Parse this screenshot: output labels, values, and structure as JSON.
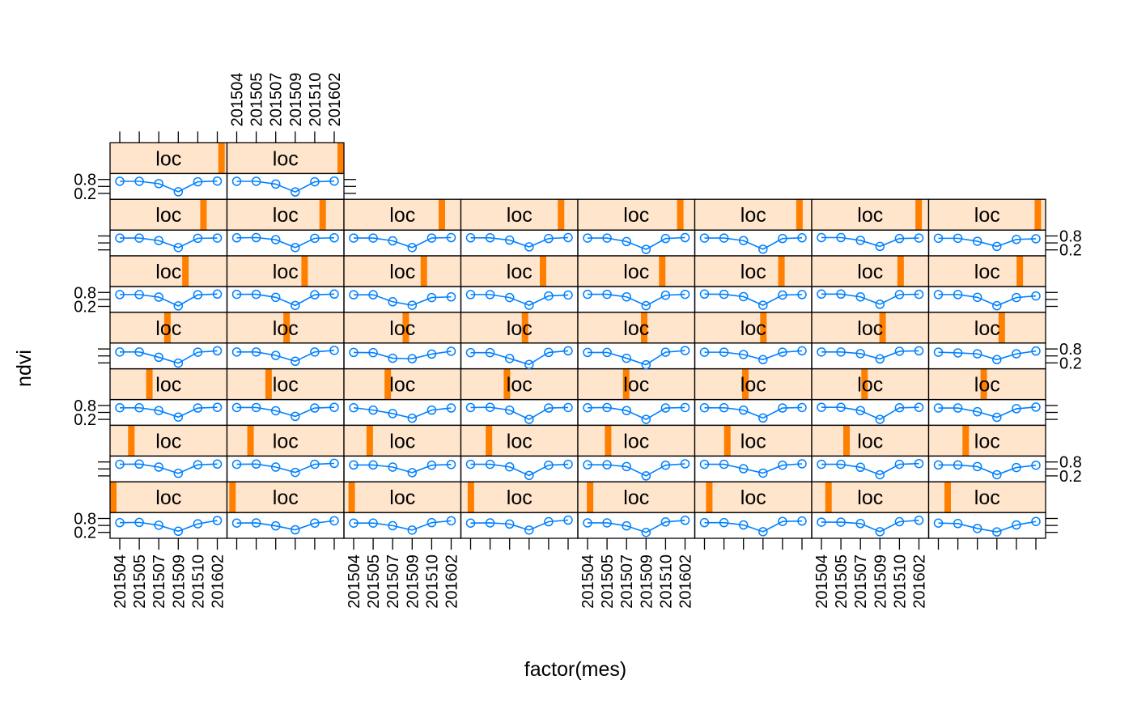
{
  "chart_data": {
    "type": "line",
    "title": "",
    "xlabel": "factor(mes)",
    "ylabel": "ndvi",
    "strip_label": "loc",
    "categories": [
      "201504",
      "201505",
      "201507",
      "201509",
      "201510",
      "201602"
    ],
    "y_ticks": [
      0.2,
      0.8
    ],
    "y_tick_labels": [
      "0.2",
      "0.8"
    ],
    "ylim": [
      0.05,
      0.95
    ],
    "grid": false,
    "colors": {
      "line": "#0080ff",
      "strip_bg": "#ffe5cc",
      "strip_indicator": "#ff7f00",
      "frame": "#000000"
    },
    "panels_total": 50,
    "series": [
      {
        "panel": 1,
        "values": [
          0.62,
          0.63,
          0.51,
          0.25,
          0.57,
          0.71
        ]
      },
      {
        "panel": 2,
        "values": [
          0.6,
          0.61,
          0.48,
          0.31,
          0.6,
          0.7
        ]
      },
      {
        "panel": 3,
        "values": [
          0.6,
          0.6,
          0.49,
          0.3,
          0.62,
          0.7
        ]
      },
      {
        "panel": 4,
        "values": [
          0.6,
          0.61,
          0.56,
          0.3,
          0.66,
          0.73
        ]
      },
      {
        "panel": 5,
        "values": [
          0.61,
          0.61,
          0.48,
          0.2,
          0.65,
          0.72
        ]
      },
      {
        "panel": 6,
        "values": [
          0.62,
          0.62,
          0.52,
          0.23,
          0.67,
          0.69
        ]
      },
      {
        "panel": 7,
        "values": [
          0.64,
          0.64,
          0.58,
          0.23,
          0.66,
          0.72
        ]
      },
      {
        "panel": 8,
        "values": [
          0.6,
          0.58,
          0.37,
          0.22,
          0.52,
          0.67
        ]
      },
      {
        "panel": 9,
        "values": [
          0.7,
          0.71,
          0.58,
          0.31,
          0.68,
          0.71
        ]
      },
      {
        "panel": 10,
        "values": [
          0.7,
          0.71,
          0.58,
          0.35,
          0.7,
          0.74
        ]
      },
      {
        "panel": 11,
        "values": [
          0.67,
          0.67,
          0.58,
          0.34,
          0.66,
          0.69
        ]
      },
      {
        "panel": 12,
        "values": [
          0.7,
          0.7,
          0.59,
          0.22,
          0.66,
          0.7
        ]
      },
      {
        "panel": 13,
        "values": [
          0.68,
          0.68,
          0.6,
          0.2,
          0.66,
          0.72
        ]
      },
      {
        "panel": 14,
        "values": [
          0.7,
          0.7,
          0.51,
          0.32,
          0.66,
          0.72
        ]
      },
      {
        "panel": 15,
        "values": [
          0.7,
          0.7,
          0.57,
          0.25,
          0.7,
          0.73
        ]
      },
      {
        "panel": 16,
        "values": [
          0.67,
          0.67,
          0.6,
          0.25,
          0.56,
          0.66
        ]
      },
      {
        "panel": 17,
        "values": [
          0.7,
          0.7,
          0.58,
          0.3,
          0.69,
          0.72
        ]
      },
      {
        "panel": 18,
        "values": [
          0.71,
          0.71,
          0.57,
          0.33,
          0.69,
          0.72
        ]
      },
      {
        "panel": 19,
        "values": [
          0.7,
          0.6,
          0.45,
          0.25,
          0.6,
          0.69
        ]
      },
      {
        "panel": 20,
        "values": [
          0.71,
          0.72,
          0.6,
          0.2,
          0.69,
          0.71
        ]
      },
      {
        "panel": 21,
        "values": [
          0.7,
          0.71,
          0.58,
          0.2,
          0.69,
          0.71
        ]
      },
      {
        "panel": 22,
        "values": [
          0.7,
          0.7,
          0.6,
          0.26,
          0.69,
          0.71
        ]
      },
      {
        "panel": 23,
        "values": [
          0.72,
          0.72,
          0.58,
          0.2,
          0.7,
          0.72
        ]
      },
      {
        "panel": 24,
        "values": [
          0.69,
          0.69,
          0.53,
          0.29,
          0.66,
          0.73
        ]
      },
      {
        "panel": 25,
        "values": [
          0.67,
          0.67,
          0.44,
          0.19,
          0.66,
          0.72
        ]
      },
      {
        "panel": 26,
        "values": [
          0.67,
          0.67,
          0.52,
          0.27,
          0.67,
          0.74
        ]
      },
      {
        "panel": 27,
        "values": [
          0.65,
          0.64,
          0.4,
          0.38,
          0.58,
          0.7
        ]
      },
      {
        "panel": 28,
        "values": [
          0.64,
          0.64,
          0.39,
          0.13,
          0.65,
          0.72
        ]
      },
      {
        "panel": 29,
        "values": [
          0.65,
          0.65,
          0.4,
          0.12,
          0.66,
          0.73
        ]
      },
      {
        "panel": 30,
        "values": [
          0.66,
          0.66,
          0.56,
          0.34,
          0.66,
          0.72
        ]
      },
      {
        "panel": 31,
        "values": [
          0.67,
          0.67,
          0.6,
          0.37,
          0.7,
          0.72
        ]
      },
      {
        "panel": 32,
        "values": [
          0.66,
          0.63,
          0.59,
          0.34,
          0.59,
          0.71
        ]
      },
      {
        "panel": 33,
        "values": [
          0.71,
          0.71,
          0.6,
          0.22,
          0.7,
          0.73
        ]
      },
      {
        "panel": 34,
        "values": [
          0.72,
          0.72,
          0.59,
          0.24,
          0.7,
          0.73
        ]
      },
      {
        "panel": 35,
        "values": [
          0.7,
          0.7,
          0.4,
          0.25,
          0.58,
          0.61
        ]
      },
      {
        "panel": 36,
        "values": [
          0.71,
          0.71,
          0.58,
          0.25,
          0.65,
          0.69
        ]
      },
      {
        "panel": 37,
        "values": [
          0.72,
          0.72,
          0.61,
          0.23,
          0.68,
          0.72
        ]
      },
      {
        "panel": 38,
        "values": [
          0.73,
          0.72,
          0.62,
          0.25,
          0.69,
          0.71
        ]
      },
      {
        "panel": 39,
        "values": [
          0.73,
          0.73,
          0.61,
          0.29,
          0.71,
          0.72
        ]
      },
      {
        "panel": 40,
        "values": [
          0.71,
          0.71,
          0.59,
          0.23,
          0.58,
          0.65
        ]
      },
      {
        "panel": 41,
        "values": [
          0.71,
          0.71,
          0.6,
          0.3,
          0.7,
          0.71
        ]
      },
      {
        "panel": 42,
        "values": [
          0.72,
          0.73,
          0.64,
          0.3,
          0.7,
          0.72
        ]
      },
      {
        "panel": 43,
        "values": [
          0.71,
          0.71,
          0.59,
          0.3,
          0.71,
          0.73
        ]
      },
      {
        "panel": 44,
        "values": [
          0.72,
          0.72,
          0.62,
          0.33,
          0.69,
          0.73
        ]
      },
      {
        "panel": 45,
        "values": [
          0.71,
          0.71,
          0.56,
          0.22,
          0.69,
          0.73
        ]
      },
      {
        "panel": 46,
        "values": [
          0.71,
          0.71,
          0.6,
          0.23,
          0.69,
          0.72
        ]
      },
      {
        "panel": 47,
        "values": [
          0.73,
          0.73,
          0.61,
          0.35,
          0.69,
          0.71
        ]
      },
      {
        "panel": 48,
        "values": [
          0.7,
          0.7,
          0.57,
          0.35,
          0.65,
          0.68
        ]
      },
      {
        "panel": 49,
        "values": [
          0.72,
          0.72,
          0.62,
          0.27,
          0.7,
          0.73
        ]
      },
      {
        "panel": 50,
        "values": [
          0.72,
          0.72,
          0.6,
          0.26,
          0.7,
          0.73
        ]
      }
    ]
  }
}
